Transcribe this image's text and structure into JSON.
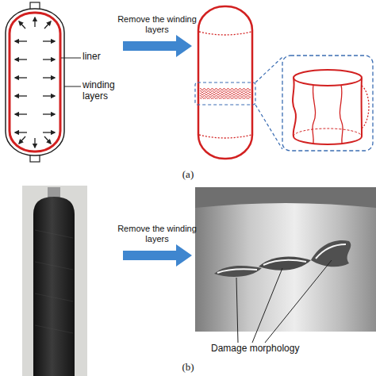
{
  "diagram": {
    "labels": [
      "liner",
      "winding layers",
      "Remove the winding layers",
      "(a)",
      "Remove the winding layers",
      "Damage morphology",
      "(b)"
    ]
  }
}
